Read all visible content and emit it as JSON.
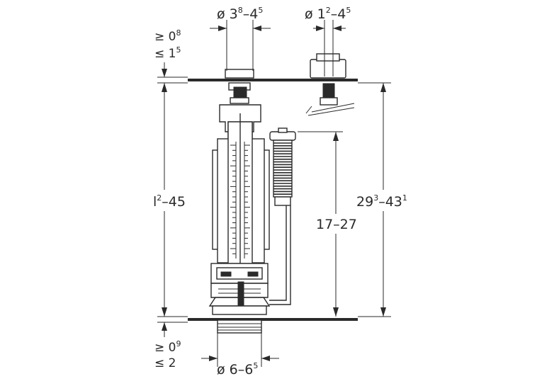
{
  "dimensions": {
    "top_left_dia": {
      "prefix": "ø 3",
      "sup1": "8",
      "mid": "–4",
      "sup2": "5"
    },
    "top_right_dia": {
      "prefix": "ø 1",
      "sup1": "2",
      "mid": "–4",
      "sup2": "5"
    },
    "top_thickness": {
      "line1": "≥ 0",
      "line1_sup": "8",
      "line2": "≤ 1",
      "line2_sup": "5"
    },
    "left_height": {
      "pre": "l",
      "sup": "2",
      "post": "–45"
    },
    "inner_height": {
      "text": "17–27"
    },
    "right_height": {
      "pre": "29",
      "sup1": "3",
      "mid": "–43",
      "sup2": "1"
    },
    "bottom_thickness": {
      "line1": "≥ 0",
      "line1_sup": "9",
      "line2": "≤ 2"
    },
    "bottom_dia": {
      "prefix": "ø 6–6",
      "sup": "5"
    }
  },
  "colors": {
    "ink": "#2a2a2a",
    "background": "#ffffff"
  }
}
